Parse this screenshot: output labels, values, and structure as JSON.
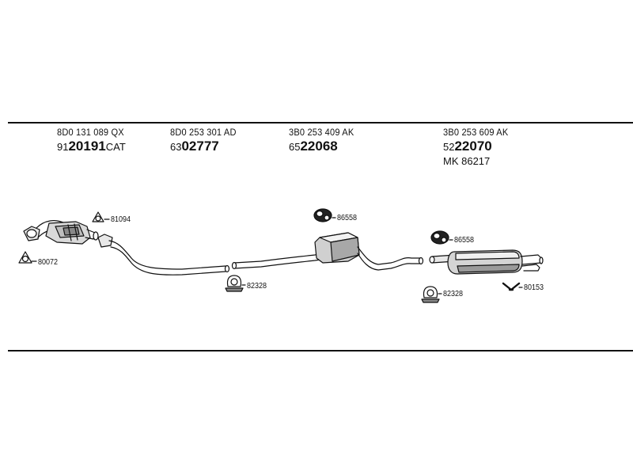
{
  "parts": [
    {
      "oem": "8D0 131 089 QX",
      "prefix": "91",
      "main": "20191",
      "suffix": "CAT"
    },
    {
      "oem": "8D0 253 301 AD",
      "prefix": "63",
      "main": "02777",
      "suffix": ""
    },
    {
      "oem": "3B0 253 409 AK",
      "prefix": "65",
      "main": "22068",
      "suffix": ""
    },
    {
      "oem": "3B0 253 609 AK",
      "prefix": "52",
      "main": "22070",
      "suffix": "",
      "extra": "MK  86217"
    }
  ],
  "fittings": [
    {
      "label": "81094",
      "icon": "triangle-ring-icon"
    },
    {
      "label": "80072",
      "icon": "triangle-ring-icon"
    },
    {
      "label": "82328",
      "icon": "pipe-clamp-icon"
    },
    {
      "label": "86558",
      "icon": "rubber-hanger-icon"
    },
    {
      "label": "86558",
      "icon": "rubber-hanger-icon"
    },
    {
      "label": "82328",
      "icon": "pipe-clamp-icon"
    },
    {
      "label": "80153",
      "icon": "v-clamp-icon"
    }
  ]
}
